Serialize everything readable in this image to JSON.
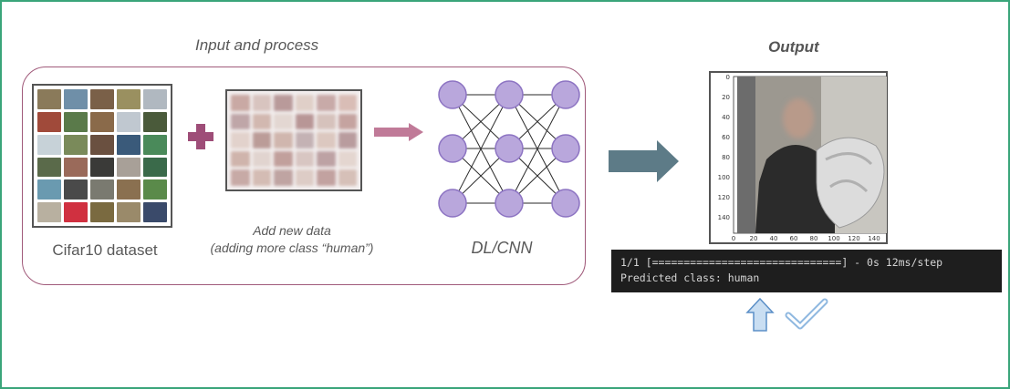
{
  "input_section": {
    "title": "Input and process",
    "dataset_label": "Cifar10 dataset",
    "new_data_label_line1": "Add new data",
    "new_data_label_line2": "(adding more class “human”)",
    "model_label": "DL/CNN"
  },
  "output_section": {
    "title": "Output",
    "plot": {
      "y_ticks": [
        "0",
        "20",
        "40",
        "60",
        "80",
        "100",
        "120",
        "140"
      ],
      "x_ticks": [
        "0",
        "20",
        "40",
        "60",
        "80",
        "100",
        "120",
        "140"
      ]
    },
    "console_line1": "1/1 [==============================] - 0s 12ms/step",
    "console_line2": "Predicted class: human"
  },
  "colors": {
    "frame_border": "#3aa57a",
    "box_border": "#a05a7a",
    "plus_sign": "#9e4d78",
    "small_arrow": "#c07a98",
    "big_arrow": "#5d7b87",
    "neuron_fill": "#b9a7dc",
    "neuron_stroke": "#8c73c2",
    "up_arrow_fill": "#c9def2",
    "up_arrow_stroke": "#5b8fc7",
    "check_stroke": "#8fb8e0"
  },
  "icons": [
    "plus-icon",
    "right-arrow-icon",
    "up-arrow-icon",
    "checkmark-icon"
  ]
}
